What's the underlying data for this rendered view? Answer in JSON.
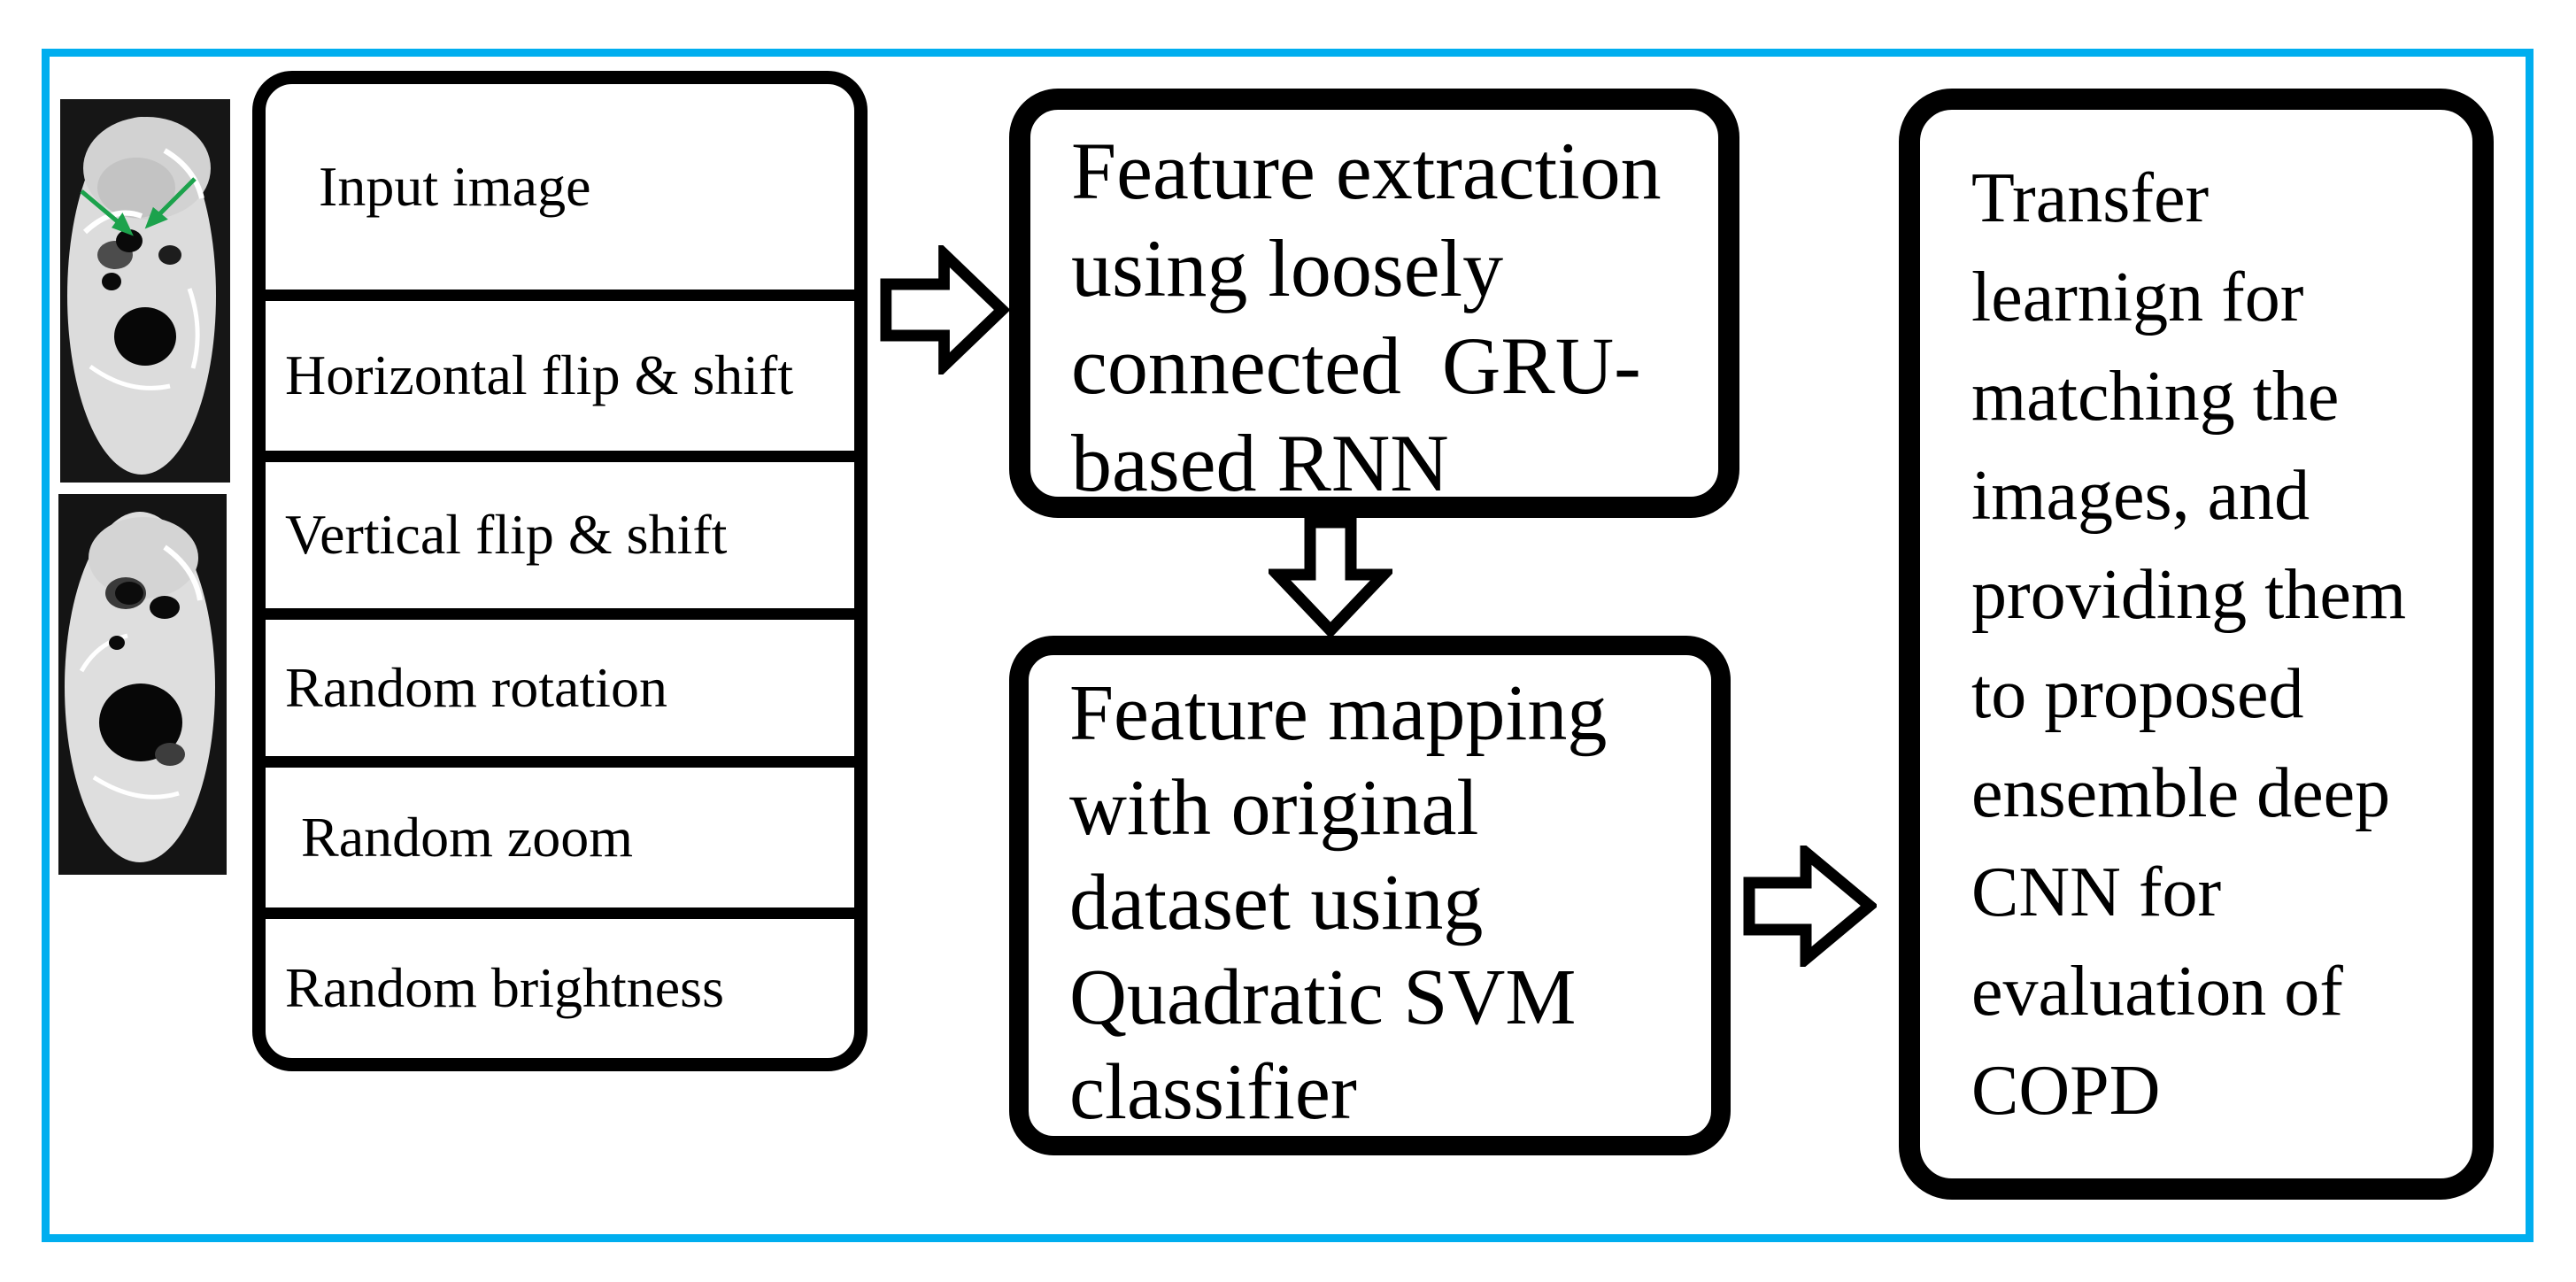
{
  "colors": {
    "frame_border": "#00AEEF",
    "shape_border": "#000000",
    "text_color": "#000000",
    "ct_arrow_green": "#1CA24C"
  },
  "augmentation_box": {
    "rows": [
      "Input image",
      "Horizontal flip & shift",
      "Vertical flip & shift",
      "Random rotation",
      "Random zoom",
      "Random brightness"
    ]
  },
  "flow_boxes": {
    "feature_extraction": {
      "text": "Feature extraction\nusing loosely\nconnected  GRU-\nbased RNN"
    },
    "feature_mapping": {
      "text": "Feature mapping\nwith original\ndataset using\nQuadratic SVM\nclassifier"
    },
    "transfer_learning": {
      "text": "Transfer\nlearnign for\nmatching the\nimages, and\nproviding them\nto proposed\nensemble deep\nCNN for\nevaluation of\nCOPD"
    }
  },
  "icons": {
    "ct_top": "ct-scan-axial-slice-with-green-annotation-arrows",
    "ct_bottom": "ct-scan-axial-slice",
    "arrow_input_to_extraction": "block-arrow-right",
    "arrow_extraction_to_mapping": "block-arrow-down",
    "arrow_mapping_to_transfer": "block-arrow-right"
  }
}
